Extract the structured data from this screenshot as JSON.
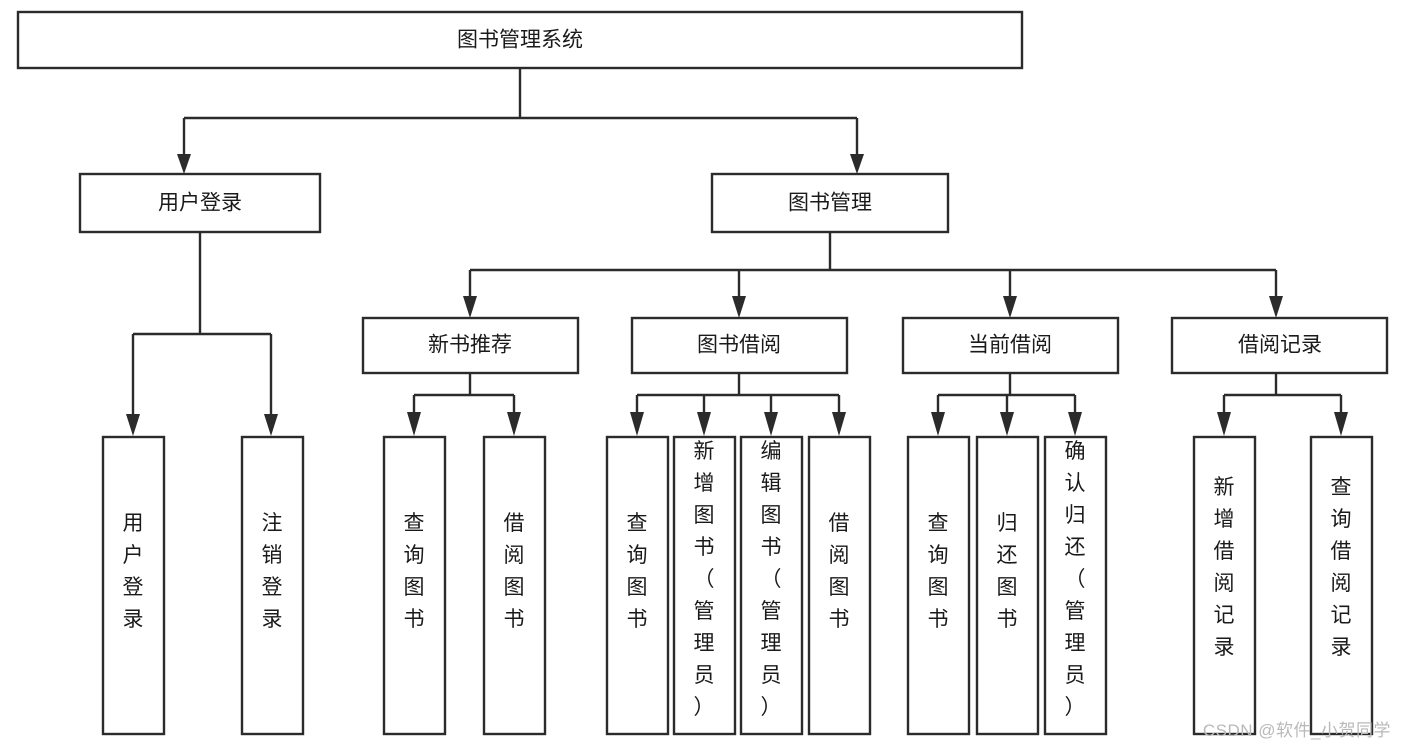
{
  "diagram": {
    "title": "图书管理系统",
    "type": "tree-hierarchy-diagram",
    "watermark": "CSDN @软件_小贺同学",
    "colors": {
      "stroke": "#2b2b2b",
      "fill": "#ffffff",
      "text": "#1a1a1a",
      "watermark": "#b9b9b9"
    },
    "levels": {
      "root": {
        "label": "图书管理系统"
      },
      "level2": [
        {
          "id": "user-login",
          "label": "用户登录"
        },
        {
          "id": "book-management",
          "label": "图书管理"
        }
      ],
      "level3": [
        {
          "id": "new-book-recommend",
          "label": "新书推荐"
        },
        {
          "id": "book-borrow",
          "label": "图书借阅"
        },
        {
          "id": "current-borrow",
          "label": "当前借阅"
        },
        {
          "id": "borrow-record",
          "label": "借阅记录"
        }
      ],
      "leaves": {
        "user-login": [
          {
            "id": "leaf-user-login",
            "label": "用户登录"
          },
          {
            "id": "leaf-logout-login",
            "label": "注销登录"
          }
        ],
        "new-book-recommend": [
          {
            "id": "leaf-query-book-1",
            "label": "查询图书"
          },
          {
            "id": "leaf-borrow-book-1",
            "label": "借阅图书"
          }
        ],
        "book-borrow": [
          {
            "id": "leaf-query-book-2",
            "label": "查询图书"
          },
          {
            "id": "leaf-add-book-admin",
            "label": "新增图书（管理员）"
          },
          {
            "id": "leaf-edit-book-admin",
            "label": "编辑图书（管理员）"
          },
          {
            "id": "leaf-borrow-book-2",
            "label": "借阅图书"
          }
        ],
        "current-borrow": [
          {
            "id": "leaf-query-book-3",
            "label": "查询图书"
          },
          {
            "id": "leaf-return-book",
            "label": "归还图书"
          },
          {
            "id": "leaf-confirm-return-admin",
            "label": "确认归还（管理员）"
          }
        ],
        "borrow-record": [
          {
            "id": "leaf-add-borrow-record",
            "label": "新增借阅记录"
          },
          {
            "id": "leaf-query-borrow-record",
            "label": "查询借阅记录"
          }
        ]
      }
    }
  }
}
